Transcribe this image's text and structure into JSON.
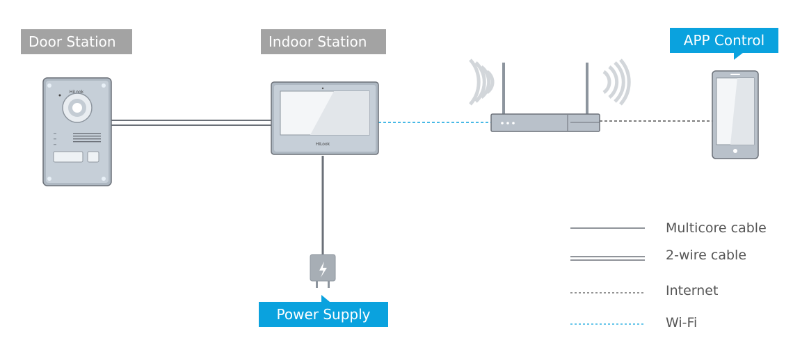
{
  "labels": {
    "door_station": "Door Station",
    "indoor_station": "Indoor Station",
    "app_control": "APP Control",
    "power_supply": "Power Supply"
  },
  "devices": {
    "door_brand": "HiLook",
    "monitor_brand": "HiLook"
  },
  "legend": [
    {
      "label": "Multicore cable"
    },
    {
      "label": "2-wire cable"
    },
    {
      "label": "Internet"
    },
    {
      "label": "Wi-Fi"
    }
  ],
  "colors": {
    "accent_blue": "#0aa2de",
    "tag_gray": "#a3a3a3",
    "device_gray": "#b9c1ca",
    "outline": "#6b7078"
  },
  "icons": [
    "lightning-icon",
    "wifi-signal-icon"
  ]
}
